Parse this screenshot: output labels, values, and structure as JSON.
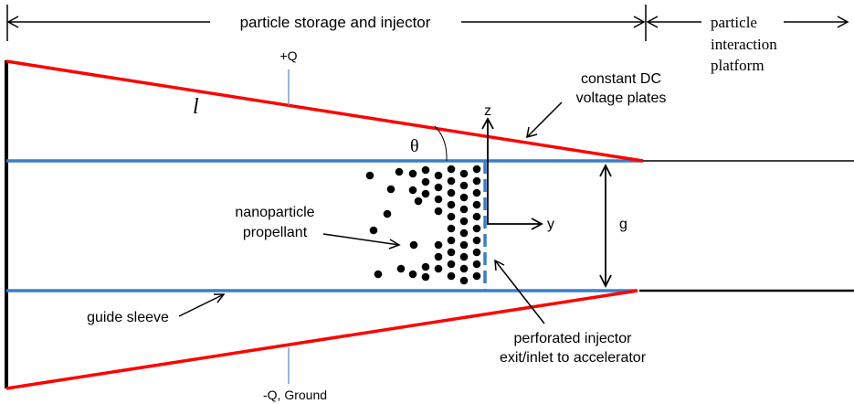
{
  "header": {
    "storage_label": "particle storage and injector",
    "platform_label_line1": "particle",
    "platform_label_line2": "interaction",
    "platform_label_line3": "platform"
  },
  "labels": {
    "plus_q": "+Q",
    "minus_q": "-Q, Ground",
    "length_symbol": "l",
    "theta_symbol": "θ",
    "z_axis": "z",
    "y_axis": "y",
    "gap_symbol": "g",
    "plates_line1": "constant DC",
    "plates_line2": "voltage plates",
    "propellant_line1": "nanoparticle",
    "propellant_line2": "propellant",
    "sleeve": "guide sleeve",
    "exit_line1": "perforated injector",
    "exit_line2": "exit/inlet to accelerator"
  },
  "colors": {
    "plate": "#ff0000",
    "sleeve": "#3a7ec8",
    "ink": "#000000"
  }
}
